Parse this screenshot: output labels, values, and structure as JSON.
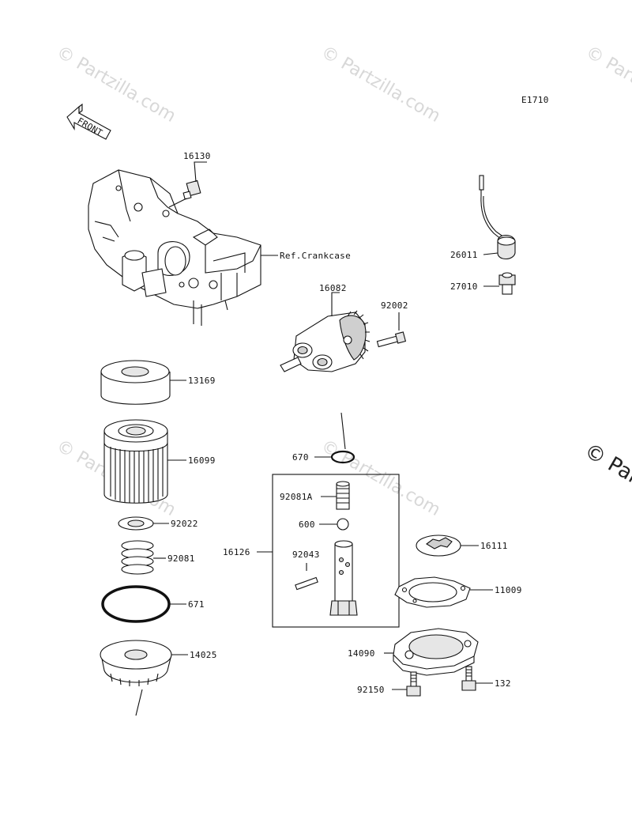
{
  "diagram_code": "E1710",
  "front_arrow_label": "FRONT",
  "watermark": "© Partzilla.com",
  "watermark_edge": "© Parts",
  "callouts": {
    "p16130": "16130",
    "ref_crankcase": "Ref.Crankcase",
    "p16082": "16082",
    "p92002": "92002",
    "p26011": "26011",
    "p27010": "27010",
    "p13169": "13169",
    "p16099": "16099",
    "p92022": "92022",
    "p92081": "92081",
    "p671": "671",
    "p14025": "14025",
    "p670": "670",
    "p92081a": "92081A",
    "p600": "600",
    "p16126": "16126",
    "p92043": "92043",
    "p16111": "16111",
    "p11009": "11009",
    "p14090": "14090",
    "p92150": "92150",
    "p132": "132"
  }
}
